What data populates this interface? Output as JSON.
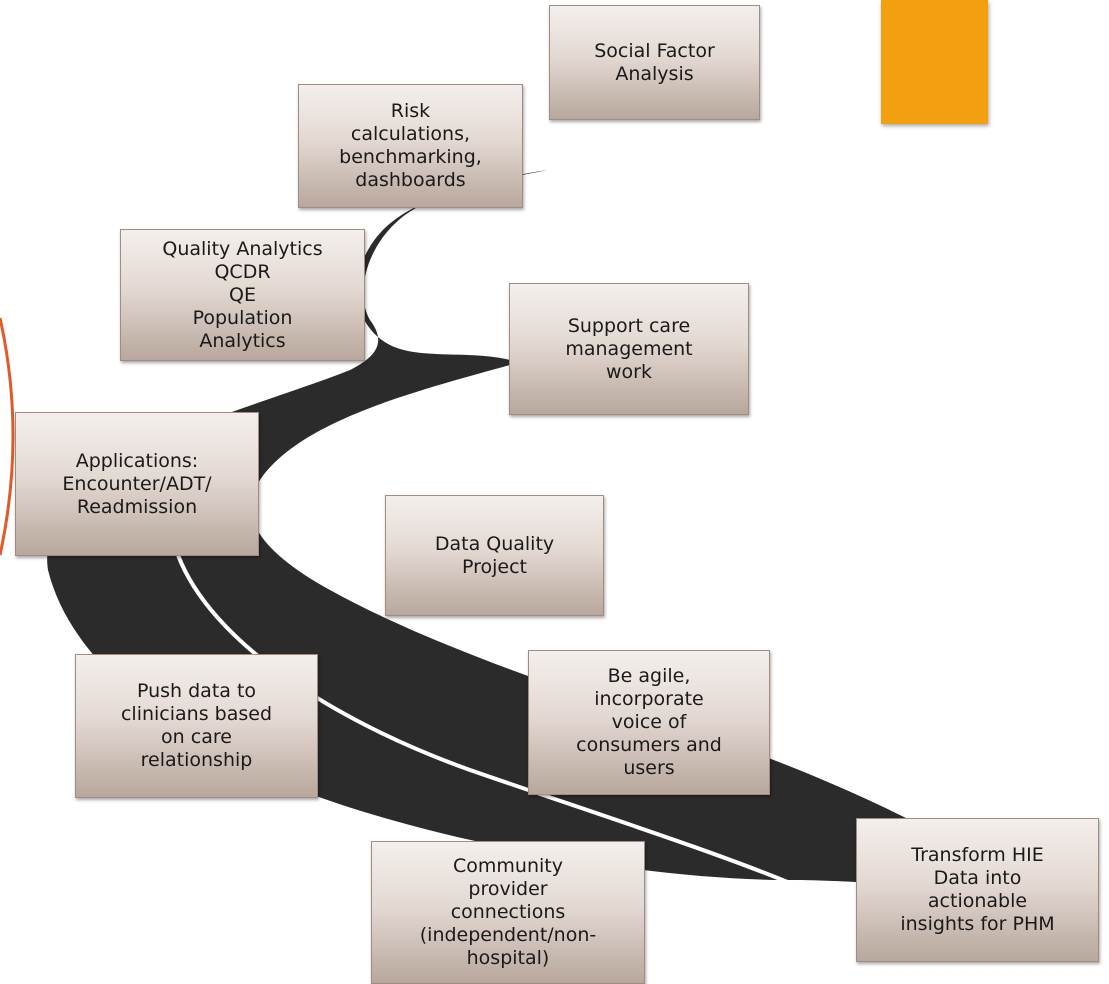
{
  "colors": {
    "road": "#2b2b2b",
    "road_line": "#ffffff",
    "accent_orange": "#f2a00f",
    "accent_red": "#e05a2a"
  },
  "boxes": {
    "social_factor": "Social Factor\nAnalysis",
    "risk": "Risk\ncalculations,\nbenchmarking,\ndashboards",
    "quality": "Quality Analytics\nQCDR\nQE\nPopulation\nAnalytics",
    "support_care": "Support care\nmanagement\nwork",
    "applications": "Applications:\nEncounter/ADT/\nReadmission",
    "data_quality": "Data Quality\nProject",
    "push_data": "Push data to\nclinicians based\non care\nrelationship",
    "be_agile": "Be agile,\nincorporate\nvoice of\nconsumers and\nusers",
    "community": "Community\nprovider\nconnections\n(independent/non-\nhospital)",
    "transform": "Transform HIE\nData into\nactionable\ninsights for PHM"
  }
}
